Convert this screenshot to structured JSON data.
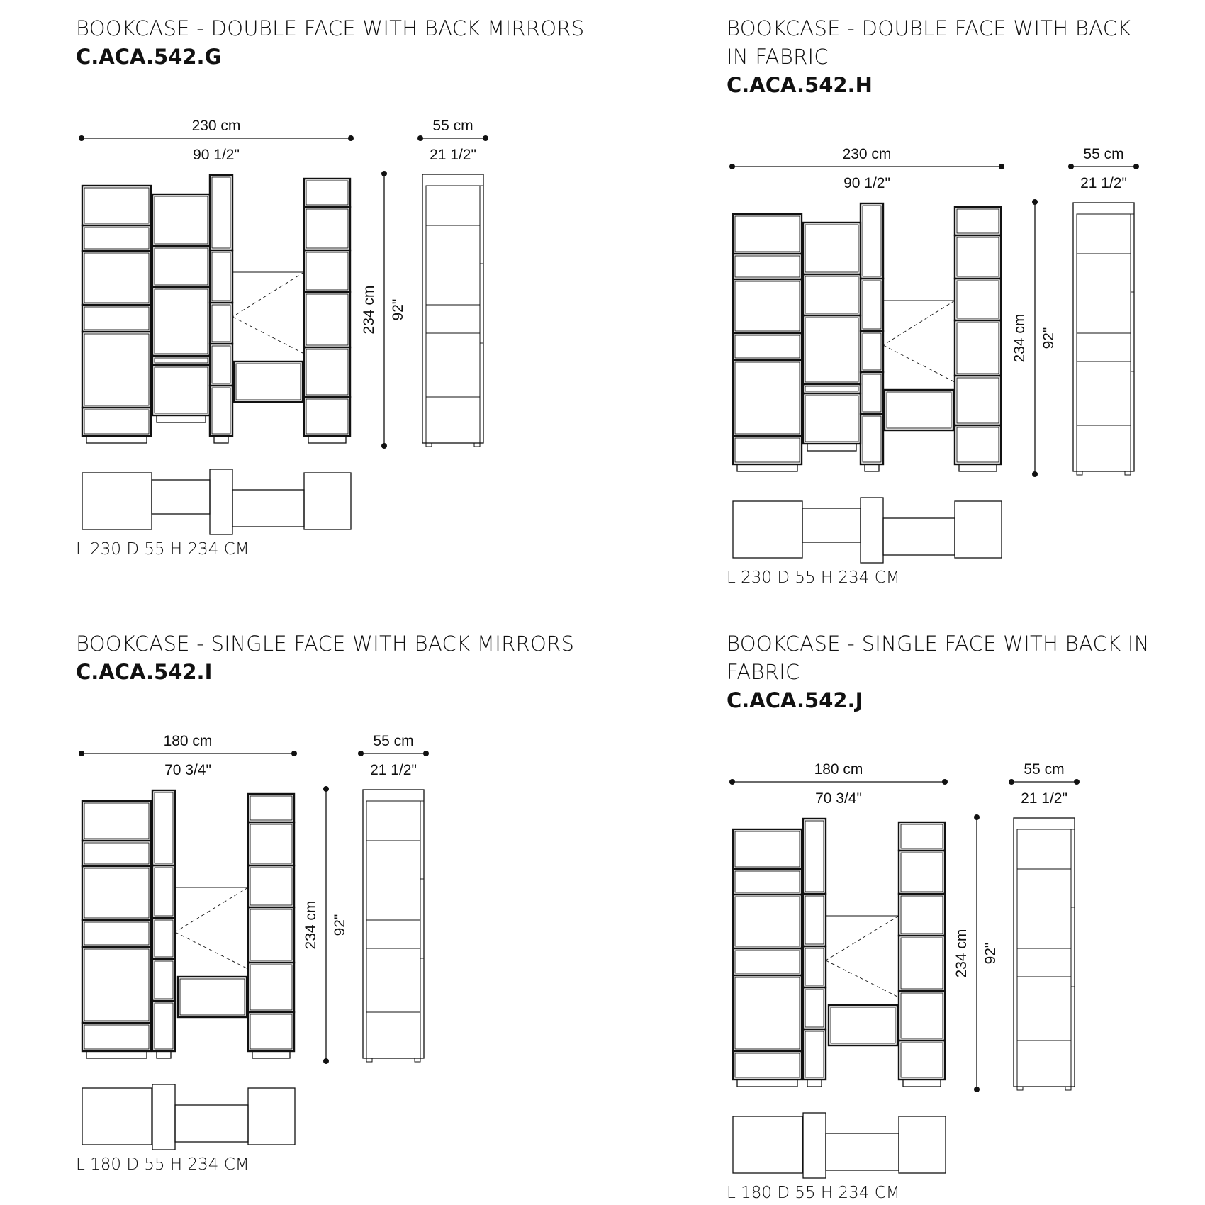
{
  "panels": [
    {
      "title": "BOOKCASE - DOUBLE FACE WITH BACK MIRRORS",
      "code": "C.ACA.542.G",
      "width_cm": "230 cm",
      "width_in": "90 1/2\"",
      "depth_cm": "55 cm",
      "depth_in": "21 1/2\"",
      "height_cm": "234 cm",
      "height_in": "92\"",
      "dimensions": "L 230 D 55 H 234 CM"
    },
    {
      "title": "BOOKCASE - DOUBLE FACE WITH BACK IN FABRIC",
      "code": "C.ACA.542.H",
      "width_cm": "230 cm",
      "width_in": "90 1/2\"",
      "depth_cm": "55 cm",
      "depth_in": "21 1/2\"",
      "height_cm": "234 cm",
      "height_in": "92\"",
      "dimensions": "L 230 D 55 H 234 CM"
    },
    {
      "title": "BOOKCASE - SINGLE FACE WITH BACK MIRRORS",
      "code": "C.ACA.542.I",
      "width_cm": "180 cm",
      "width_in": "70 3/4\"",
      "depth_cm": "55 cm",
      "depth_in": "21 1/2\"",
      "height_cm": "234 cm",
      "height_in": "92\"",
      "dimensions": "L 180 D 55 H 234 CM"
    },
    {
      "title": "BOOKCASE - SINGLE FACE WITH BACK IN FABRIC",
      "code": "C.ACA.542.J",
      "width_cm": "180 cm",
      "width_in": "70 3/4\"",
      "depth_cm": "55 cm",
      "depth_in": "21 1/2\"",
      "height_cm": "234 cm",
      "height_in": "92\"",
      "dimensions": "L 180 D 55 H 234 CM"
    }
  ]
}
